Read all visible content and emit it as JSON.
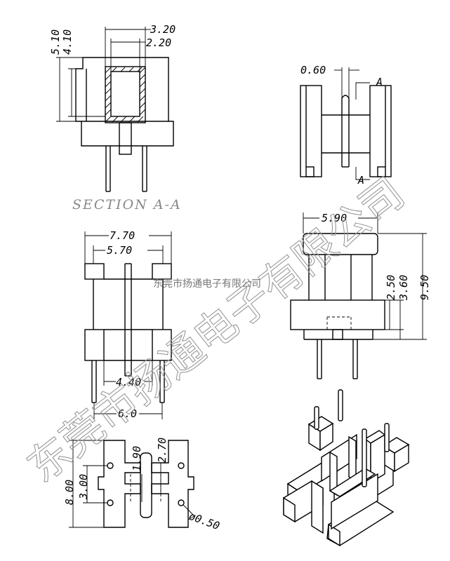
{
  "section_label": "SECTION A-A",
  "section_marker": "A",
  "watermark": {
    "big": "东莞市扬通电子有限公司",
    "small": "东莞市扬通电子有限公司"
  },
  "dimensions": {
    "sec_w_outer": "3.20",
    "sec_w_inner": "2.20",
    "sec_h_outer": "5.10",
    "sec_h_inner": "4.10",
    "side_slot": "0.60",
    "front_width": "7.70",
    "front_inner": "5.70",
    "front_pin_span": "4.40",
    "front_pin_pitch": "6.0",
    "right_width": "5.90",
    "right_h1": "2.50",
    "right_h2": "3.60",
    "right_h3": "9.50",
    "bottom_len": "8.00",
    "bottom_pitch": "3.00",
    "bottom_slot1": "1.90",
    "bottom_slot2": "2.70",
    "bottom_hole": "ø0.50"
  }
}
